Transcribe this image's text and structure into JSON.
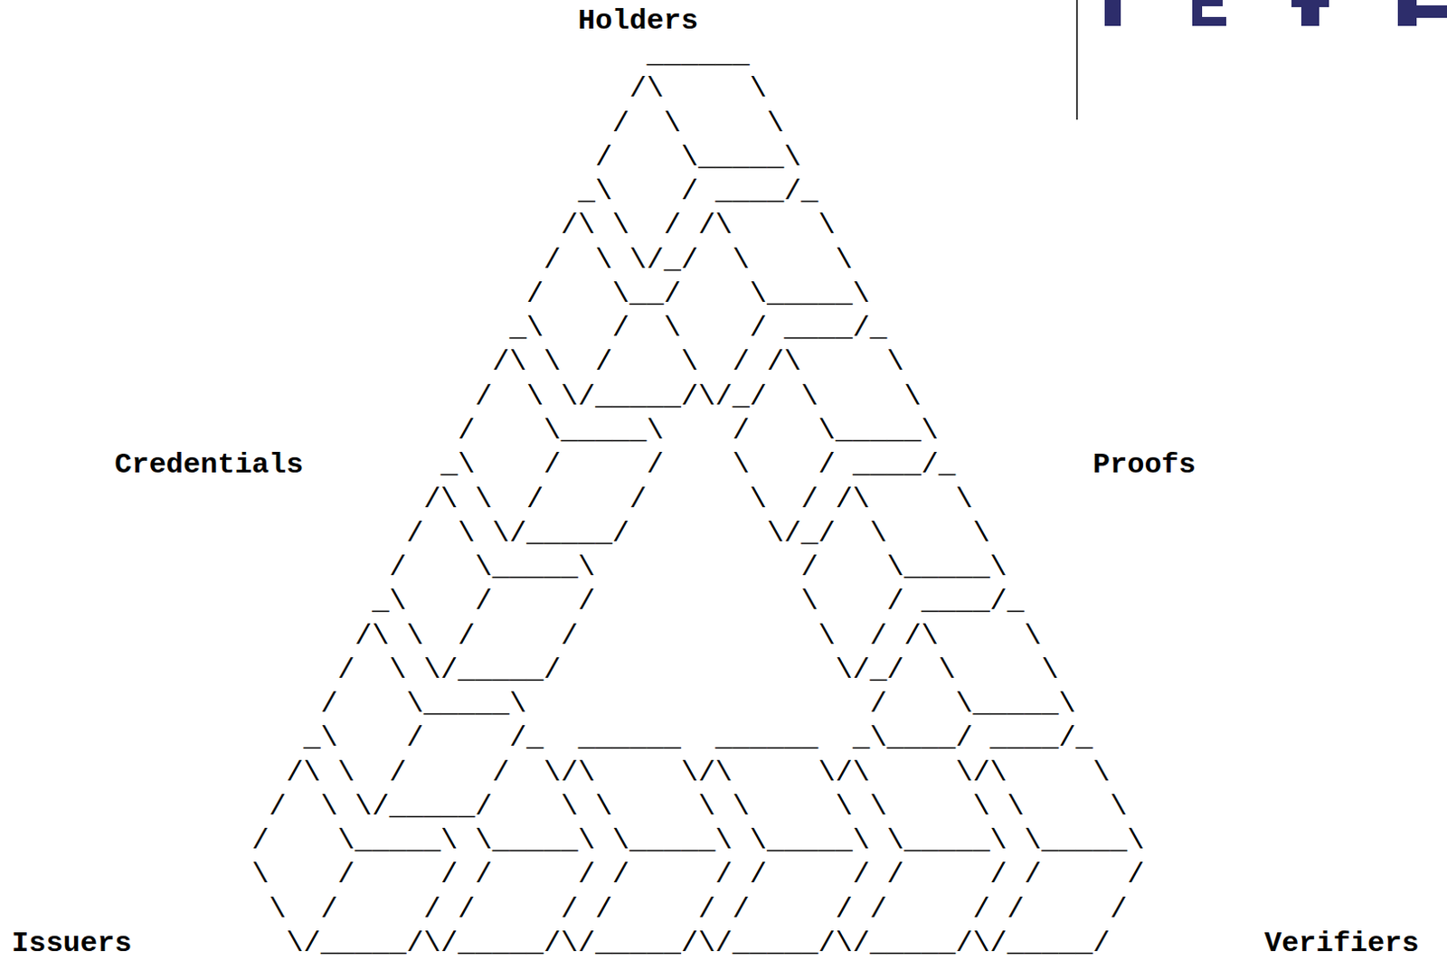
{
  "diagram": {
    "labels": [
      "Holders",
      "______",
      "/\\     \\",
      "/  \\     \\",
      "/    \\_____\\",
      "_\\    / ____/_",
      "/\\ \\  / /\\     \\",
      "/  \\ \\/_/  \\     \\",
      "/    \\__/    \\_____\\",
      "_\\    /  \\    / ____/_",
      "/\\ \\  /    \\  / /\\     \\",
      "/  \\ \\/_____/\\/_/  \\     \\",
      "/    \\_____\\    /    \\_____\\",
      "Credentials",
      "_\\    /     /    \\    / ____/_",
      "Proofs",
      "/\\ \\  /     /      \\  / /\\     \\",
      "/  \\ \\/_____/        \\/_/  \\     \\",
      "/    \\_____\\            /    \\_____\\",
      "_\\    /     /            \\    / ____/_",
      "/\\ \\  /     /              \\  / /\\     \\",
      "/  \\ \\/_____/                \\/_/  \\     \\",
      "/    \\_____\\                    /    \\_____\\",
      "_\\    /     /_  ______  ______  _\\____/ ____/_",
      "/\\ \\  /     /  \\/\\     \\/\\     \\/\\     \\/\\     \\",
      "/  \\ \\/_____/    \\ \\     \\ \\     \\ \\     \\ \\     \\",
      "/    \\_____\\ \\_____\\ \\_____\\ \\_____\\ \\_____\\ \\_____\\",
      "\\    /     / /     / /     / /     / /     / /     /",
      "\\  /     / /     / /     / /     / /     / /     /",
      "Issuers",
      "\\/_____/\\/_____/\\/_____/\\/_____/\\/_____/\\/_____/",
      "Verifiers"
    ]
  }
}
